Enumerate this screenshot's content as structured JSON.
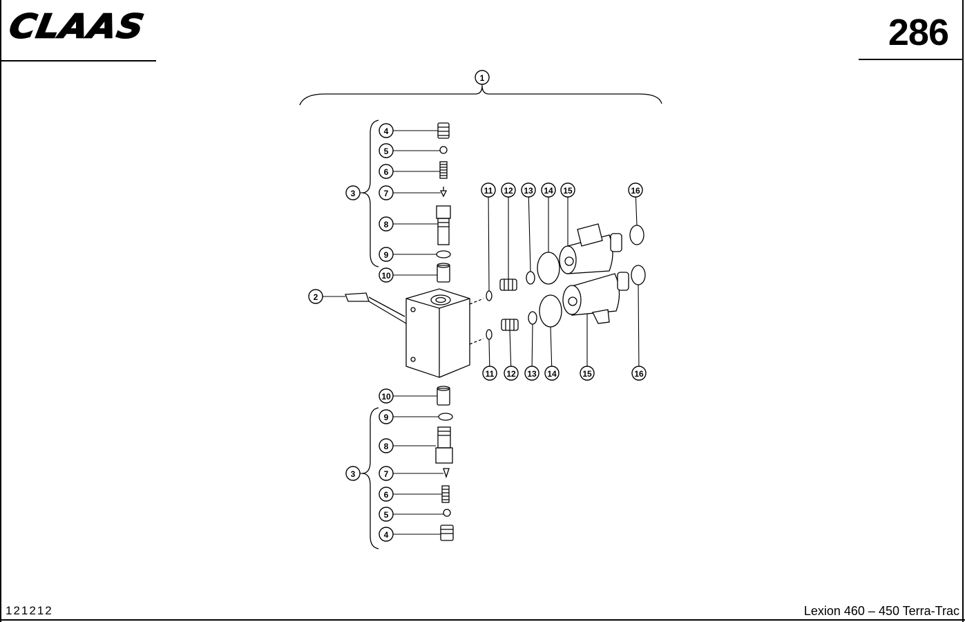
{
  "header": {
    "brand": "CLAAS",
    "page_number": "286"
  },
  "footer": {
    "drawing_number": "121212",
    "model": "Lexion 460 – 450 Terra-Trac"
  },
  "callouts": {
    "c1": "1",
    "c2": "2",
    "c3": "3",
    "c4": "4",
    "c5": "5",
    "c6": "6",
    "c7": "7",
    "c8": "8",
    "c9": "9",
    "c10": "10",
    "c11": "11",
    "c12": "12",
    "c13": "13",
    "c14": "14",
    "c15": "15",
    "c16": "16"
  }
}
